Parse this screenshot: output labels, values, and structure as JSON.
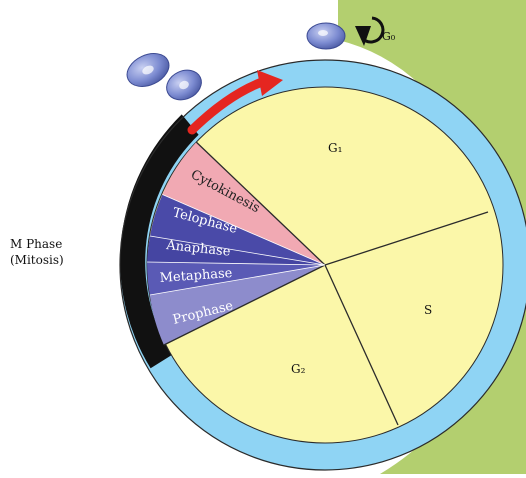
{
  "labels": {
    "m_phase_line1": "M Phase",
    "m_phase_line2": "(Mitosis)",
    "g1": "G₁",
    "s": "S",
    "g2": "G₂",
    "g0": "G₀",
    "cytokinesis": "Cytokinesis",
    "telophase": "Telophase",
    "anaphase": "Anaphase",
    "metaphase": "Metaphase",
    "prophase": "Prophase"
  },
  "colors": {
    "green_background": "#b3cf6f",
    "outer_ring": "#8fd4f4",
    "interphase_fill": "#fbf7a9",
    "m_phase_band": "#111111",
    "cytokinesis": "#f1a9b3",
    "telophase": "#4a4aa8",
    "anaphase": "#4545a2",
    "metaphase": "#5a5ab5",
    "prophase": "#8d8ccc",
    "arrow": "#e52620",
    "cells": "#7c8bd1"
  },
  "icons": [
    "cell-icon",
    "cell-icon",
    "cell-icon",
    "red-arrow-icon",
    "g0-loop-arrow-icon"
  ]
}
